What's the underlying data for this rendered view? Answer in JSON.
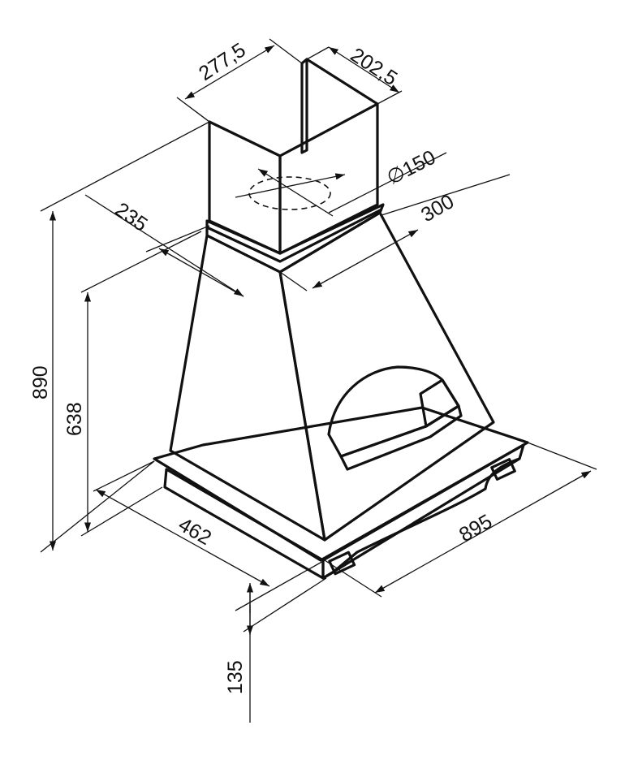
{
  "dimensions": {
    "chimney_width": "277,5",
    "chimney_depth": "202,5",
    "duct_diameter": "∅150",
    "collar_width": "300",
    "collar_depth": "235",
    "total_height": "890",
    "hood_height": "638",
    "base_depth": "462",
    "base_width": "895",
    "base_height": "135"
  },
  "colors": {
    "outline": "#111111",
    "dim_line": "#111111"
  }
}
